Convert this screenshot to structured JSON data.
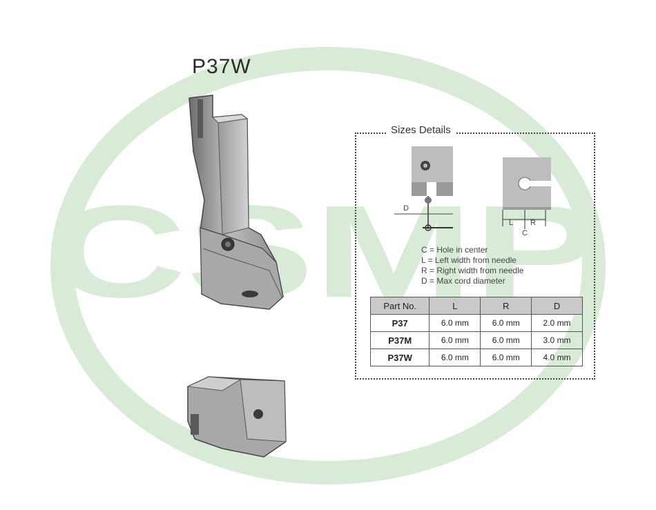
{
  "product": {
    "title": "P37W"
  },
  "watermark": {
    "text": "CSMP",
    "color": "#d6ead6"
  },
  "sizes_details": {
    "title": "Sizes Details",
    "diagram_labels": {
      "d": "D",
      "l": "L",
      "r": "R",
      "c": "C"
    },
    "legend": [
      "C = Hole in center",
      "L = Left width from needle",
      "R = Right width from needle",
      "D = Max cord diameter"
    ],
    "table": {
      "headers": [
        "Part No.",
        "L",
        "R",
        "D"
      ],
      "rows": [
        [
          "P37",
          "6.0 mm",
          "6.0 mm",
          "2.0 mm"
        ],
        [
          "P37M",
          "6.0 mm",
          "6.0 mm",
          "3.0 mm"
        ],
        [
          "P37W",
          "6.0 mm",
          "6.0 mm",
          "4.0 mm"
        ]
      ]
    }
  }
}
